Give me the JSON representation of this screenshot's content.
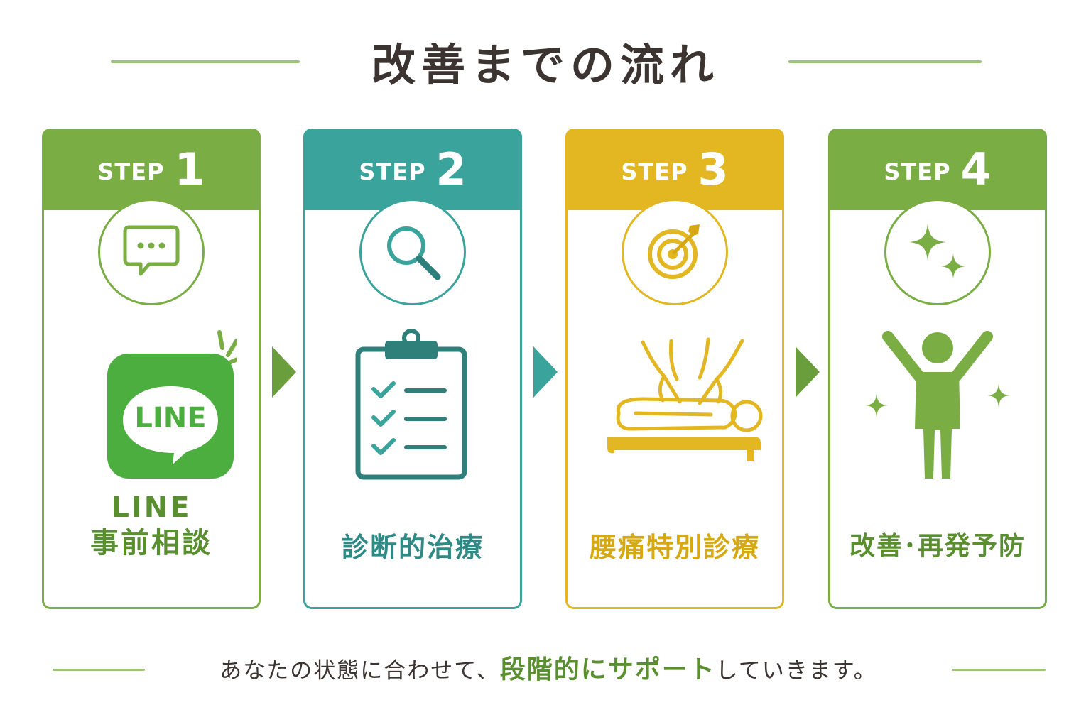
{
  "title": "改善までの流れ",
  "colors": {
    "green": "#7aae45",
    "teal": "#3aa39c",
    "yellow": "#e3b722",
    "line_green": "#4cae3f"
  },
  "steps": [
    {
      "label": "STEP",
      "num": "1",
      "icon": "chat-bubble-icon",
      "illustration": "line-app-icon",
      "illus_text": "LINE",
      "caption_line1": "LINE",
      "caption_line2": "事前相談"
    },
    {
      "label": "STEP",
      "num": "2",
      "icon": "magnifier-icon",
      "illustration": "clipboard-checklist-icon",
      "caption": "診断的治療"
    },
    {
      "label": "STEP",
      "num": "3",
      "icon": "target-arrow-icon",
      "illustration": "back-massage-icon",
      "caption": "腰痛特別診療"
    },
    {
      "label": "STEP",
      "num": "4",
      "icon": "sparkle-icon",
      "illustration": "cheering-person-icon",
      "caption": "改善･再発予防"
    }
  ],
  "footer": {
    "before": "あなたの状態に合わせて、",
    "highlight": "段階的にサポート",
    "after": "していきます。"
  }
}
